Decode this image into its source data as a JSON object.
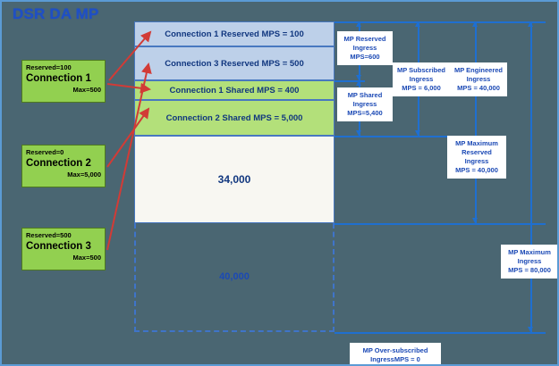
{
  "title": "DSR DA MP",
  "colors": {
    "background": "#4a6672",
    "border": "#5b9bd5",
    "title_text": "#1f4fc4",
    "connection_box": "#92d050",
    "reserved_segment": "#bdd0e9",
    "shared_segment": "#b3e07a",
    "unused_segment": "#f8f7f2",
    "bracket_line": "#1f6fd0",
    "arrow_red": "#d23b36",
    "callout_text": "#1b49b5"
  },
  "connections": [
    {
      "name": "Connection 1",
      "reserved": "Reserved=100",
      "max": "Max=500"
    },
    {
      "name": "Connection 2",
      "reserved": "Reserved=0",
      "max": "Max=5,000"
    },
    {
      "name": "Connection 3",
      "reserved": "Reserved=500",
      "max": "Max=500"
    }
  ],
  "bar_segments": [
    {
      "label": "Connection 1 Reserved  MPS = 100",
      "kind": "reserved"
    },
    {
      "label": "Connection 3 Reserved  MPS = 500",
      "kind": "reserved"
    },
    {
      "label": "Connection 1 Shared MPS = 400",
      "kind": "shared"
    },
    {
      "label": "Connection 2 Shared MPS = 5,000",
      "kind": "shared"
    },
    {
      "label": "34,000",
      "kind": "unused"
    }
  ],
  "oversubscribed_region": {
    "label": "40,000"
  },
  "callouts": [
    {
      "id": "mp-reserved-ingress",
      "line1": "MP Reserved",
      "line2": "Ingress",
      "line3": "MPS=600",
      "line4": ""
    },
    {
      "id": "mp-shared-ingress",
      "line1": "MP Shared",
      "line2": "Ingress",
      "line3": "MPS=5,400",
      "line4": ""
    },
    {
      "id": "mp-subscribed-ingress",
      "line1": "MP Subscribed",
      "line2": "Ingress",
      "line3": "MPS = 6,000",
      "line4": ""
    },
    {
      "id": "mp-engineered-ingress",
      "line1": "MP Engineered",
      "line2": "Ingress",
      "line3": "MPS = 40,000",
      "line4": ""
    },
    {
      "id": "mp-maximum-reserved-ingress",
      "line1": "MP Maximum",
      "line2": "Reserved",
      "line3": "Ingress",
      "line4": "MPS = 40,000"
    },
    {
      "id": "mp-maximum-ingress",
      "line1": "MP Maximum",
      "line2": "Ingress",
      "line3": "MPS = 80,000",
      "line4": ""
    },
    {
      "id": "mp-oversubscribed-ingress",
      "line1": "MP Over-subscribed",
      "line2": "IngressMPS = 0",
      "line3": "",
      "line4": ""
    }
  ]
}
